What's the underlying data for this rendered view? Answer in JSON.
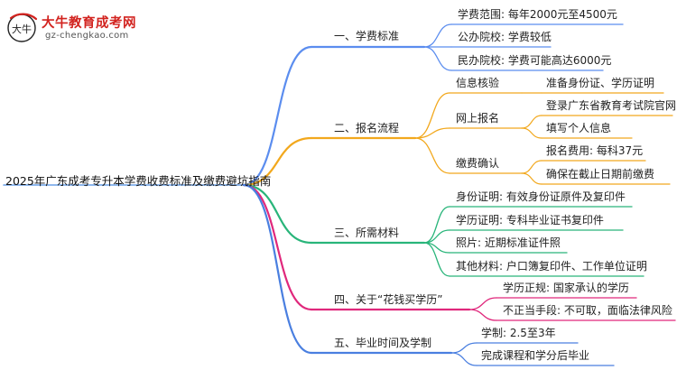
{
  "logo": {
    "title": "大牛教育成考网",
    "url": "gz-chengkao.com",
    "mark_text": "大牛",
    "brand_color": "#d2231f"
  },
  "root": {
    "label": "2025年广东成考专升本学费收费标准及缴费避坑指南"
  },
  "branches": [
    {
      "label": "一、学费标准",
      "color": "#5b8def",
      "children": [
        {
          "label": "学费范围: 每年2000元至4500元"
        },
        {
          "label": "公办院校: 学费较低"
        },
        {
          "label": "民办院校: 学费可能高达6000元"
        }
      ]
    },
    {
      "label": "二、报名流程",
      "color": "#f2a81d",
      "children": [
        {
          "label": "信息核验",
          "children": [
            {
              "label": "准备身份证、学历证明"
            }
          ]
        },
        {
          "label": "网上报名",
          "children": [
            {
              "label": "登录广东省教育考试院官网"
            },
            {
              "label": "填写个人信息"
            }
          ]
        },
        {
          "label": "缴费确认",
          "children": [
            {
              "label": "报名费用: 每科37元"
            },
            {
              "label": "确保在截止日期前缴费"
            }
          ]
        }
      ]
    },
    {
      "label": "三、所需材料",
      "color": "#29b57a",
      "children": [
        {
          "label": "身份证明: 有效身份证原件及复印件"
        },
        {
          "label": "学历证明: 专科毕业证书复印件"
        },
        {
          "label": "照片: 近期标准证件照"
        },
        {
          "label": "其他材料: 户口簿复印件、工作单位证明"
        }
      ]
    },
    {
      "label": "四、关于“花钱买学历”",
      "color": "#e0287c",
      "children": [
        {
          "label": "学历正规: 国家承认的学历"
        },
        {
          "label": "不正当手段: 不可取，面临法律风险"
        }
      ]
    },
    {
      "label": "五、毕业时间及学制",
      "color": "#4a7fe0",
      "children": [
        {
          "label": "学制: 2.5至3年"
        },
        {
          "label": "完成课程和学分后毕业"
        }
      ]
    }
  ]
}
